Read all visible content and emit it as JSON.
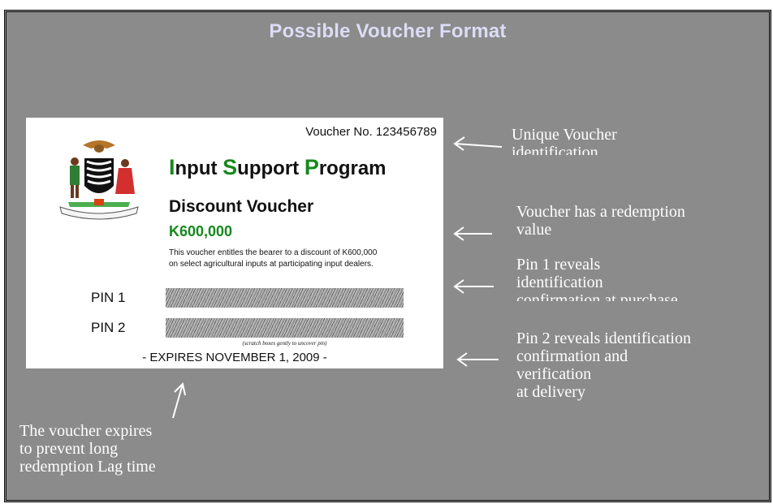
{
  "slide": {
    "title": "Possible Voucher Format"
  },
  "voucher": {
    "voucher_number": "Voucher No. 123456789",
    "program": {
      "letter1": "I",
      "rest1": "nput ",
      "letter2": "S",
      "rest2": "upport ",
      "letter3": "P",
      "rest3": "rogram"
    },
    "type": "Discount Voucher",
    "amount": "K600,000",
    "description_line1": "This voucher entitles the bearer to a discount of K600,000",
    "description_line2": "on select agricultural inputs at participating input dealers.",
    "pin1_label": "PIN 1",
    "pin2_label": "PIN 2",
    "scratch_note": "(scratch boxes gently to uncover pin)",
    "expiry": "- EXPIRES NOVEMBER 1, 2009 -",
    "crest_icon": "zambia-coat-of-arms"
  },
  "annotations": {
    "unique_id_line1": "Unique Voucher",
    "unique_id_line2": "identification",
    "redemption_line1": "Voucher has a redemption",
    "redemption_line2": "value",
    "pin1_line1": "Pin 1 reveals",
    "pin1_line2": "identification",
    "pin1_line3": "confirmation at purchase",
    "pin2_line1": "Pin 2 reveals identification",
    "pin2_line2": "confirmation and",
    "pin2_line3": "verification",
    "pin2_line4": "at delivery",
    "expires_line1": "The voucher expires",
    "expires_line2": "to prevent long",
    "expires_line3": "redemption Lag time"
  },
  "colors": {
    "slide_background": "#8b8b8b",
    "title_text": "#dcdcf6",
    "program_accent": "#15891d",
    "annotation_text": "#ffffff"
  }
}
